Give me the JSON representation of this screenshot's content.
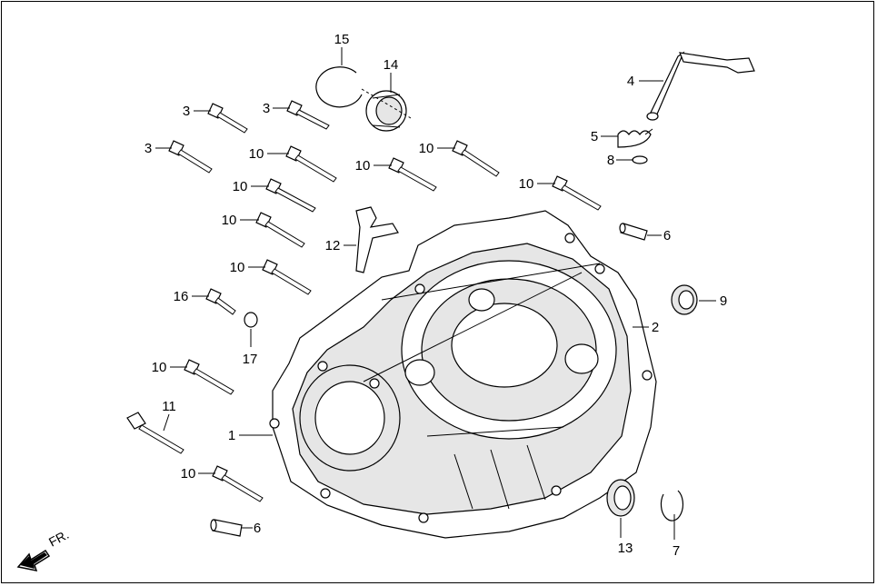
{
  "diagram": {
    "callouts": [
      {
        "id": "c15",
        "text": "15"
      },
      {
        "id": "c14",
        "text": "14"
      },
      {
        "id": "c4",
        "text": "4"
      },
      {
        "id": "c3a",
        "text": "3"
      },
      {
        "id": "c3b",
        "text": "3"
      },
      {
        "id": "c3c",
        "text": "3"
      },
      {
        "id": "c10a",
        "text": "10"
      },
      {
        "id": "c10b",
        "text": "10"
      },
      {
        "id": "c10c",
        "text": "10"
      },
      {
        "id": "c10d",
        "text": "10"
      },
      {
        "id": "c10e",
        "text": "10"
      },
      {
        "id": "c10f",
        "text": "10"
      },
      {
        "id": "c10g",
        "text": "10"
      },
      {
        "id": "c10h",
        "text": "10"
      },
      {
        "id": "c10i",
        "text": "10"
      },
      {
        "id": "c5",
        "text": "5"
      },
      {
        "id": "c8",
        "text": "8"
      },
      {
        "id": "c6a",
        "text": "6"
      },
      {
        "id": "c6b",
        "text": "6"
      },
      {
        "id": "c12",
        "text": "12"
      },
      {
        "id": "c9",
        "text": "9"
      },
      {
        "id": "c2",
        "text": "2"
      },
      {
        "id": "c16",
        "text": "16"
      },
      {
        "id": "c17",
        "text": "17"
      },
      {
        "id": "c11",
        "text": "11"
      },
      {
        "id": "c1",
        "text": "1"
      },
      {
        "id": "c13",
        "text": "13"
      },
      {
        "id": "c7",
        "text": "7"
      }
    ],
    "direction_label": "FR."
  }
}
